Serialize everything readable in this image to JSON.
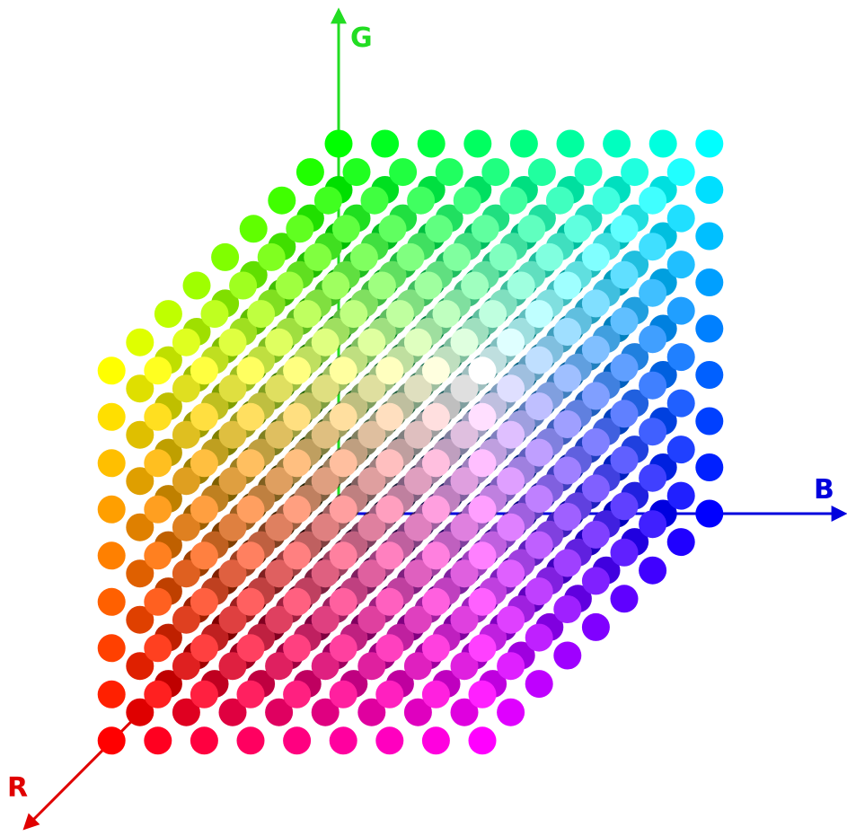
{
  "diagram": {
    "type": "rgb-color-cube",
    "levels_per_axis": 9,
    "axes": {
      "r": {
        "label": "R",
        "color": "#e00000"
      },
      "g": {
        "label": "G",
        "color": "#22dd22"
      },
      "b": {
        "label": "B",
        "color": "#0000dd"
      }
    },
    "background": "#ffffff"
  }
}
